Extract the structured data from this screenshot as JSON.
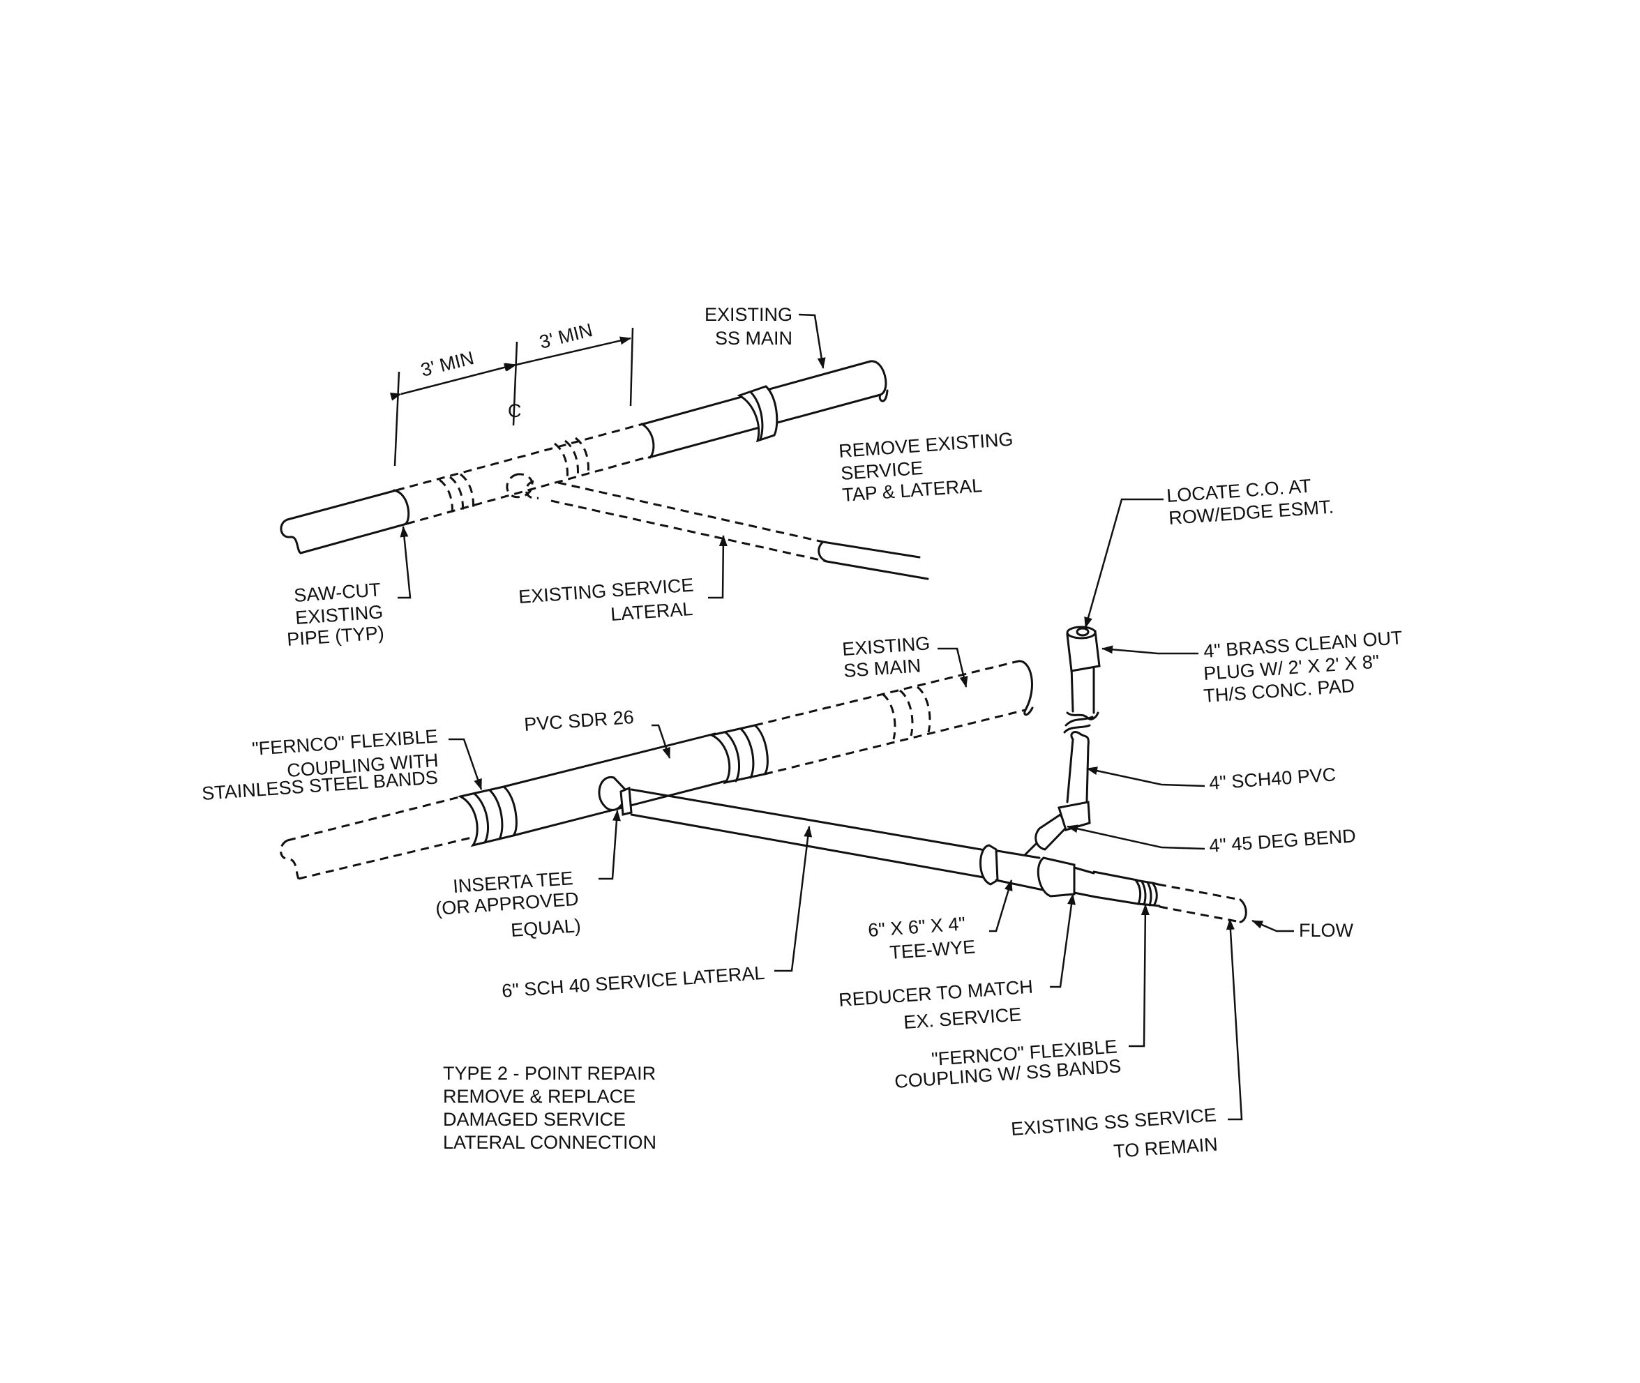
{
  "labels": {
    "dim_left": "3' MIN",
    "dim_right": "3' MIN",
    "centerline": "C",
    "existing_ss_main_top": [
      "EXISTING",
      "SS MAIN"
    ],
    "remove_existing": [
      "REMOVE EXISTING",
      "SERVICE",
      "TAP & LATERAL"
    ],
    "saw_cut": [
      "SAW-CUT",
      "EXISTING",
      "PIPE (TYP)"
    ],
    "existing_service_lateral": [
      "EXISTING SERVICE",
      "LATERAL"
    ],
    "locate_co": [
      "LOCATE C.O. AT",
      "ROW/EDGE ESMT."
    ],
    "brass_clean_out": [
      "4\" BRASS CLEAN OUT",
      "PLUG W/ 2' X 2' X 8\"",
      "TH/S CONC. PAD"
    ],
    "existing_ss_main_bottom": [
      "EXISTING",
      "SS MAIN"
    ],
    "pvc_sdr": "PVC SDR 26",
    "fernco_left": [
      "\"FERNCO\" FLEXIBLE",
      "COUPLING WITH",
      "STAINLESS STEEL BANDS"
    ],
    "sch40_pvc": "4\" SCH40 PVC",
    "bend_45": "4\" 45 DEG BEND",
    "inserta_tee": [
      "INSERTA TEE",
      "(OR APPROVED",
      "EQUAL)"
    ],
    "flow": "FLOW",
    "tee_wye": [
      "6\" X 6\" X 4\"",
      "TEE-WYE"
    ],
    "service_lateral_6": "6\" SCH 40 SERVICE LATERAL",
    "reducer": [
      "REDUCER TO MATCH",
      "EX. SERVICE"
    ],
    "fernco_right": [
      "\"FERNCO\" FLEXIBLE",
      "COUPLING W/ SS BANDS"
    ],
    "type2_note": [
      "TYPE 2 - POINT REPAIR",
      "REMOVE & REPLACE",
      "DAMAGED SERVICE",
      "LATERAL CONNECTION"
    ],
    "existing_ss_service": [
      "EXISTING SS SERVICE",
      "TO REMAIN"
    ]
  }
}
